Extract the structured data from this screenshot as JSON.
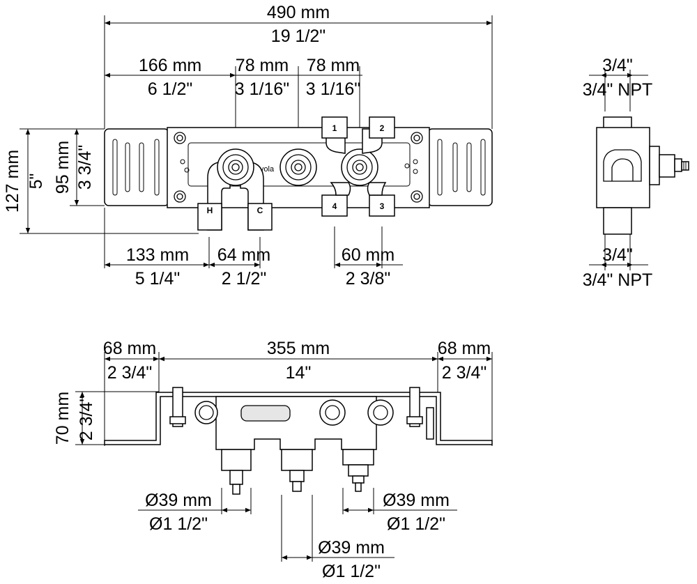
{
  "front_view": {
    "total_width_mm": "490 mm",
    "total_width_in": "19 1/2\"",
    "offset_a_mm": "166 mm",
    "offset_a_in": "6 1/2\"",
    "spacing_b_mm": "78 mm",
    "spacing_b_in": "3 1/16\"",
    "spacing_c_mm": "78 mm",
    "spacing_c_in": "3 1/16\"",
    "height_total_mm": "127 mm",
    "height_total_in": "5\"",
    "height_inner_mm": "95 mm",
    "height_inner_in": "3 3/4\"",
    "inlet_offset_mm": "133 mm",
    "inlet_offset_in": "5 1/4\"",
    "inlet_spacing_mm": "64 mm",
    "inlet_spacing_in": "2 1/2\"",
    "outlet_spacing_mm": "60 mm",
    "outlet_spacing_in": "2 3/8\"",
    "port_labels": {
      "hot": "H",
      "cold": "C",
      "p1": "1",
      "p2": "2",
      "p3": "3",
      "p4": "4"
    },
    "logo": "vola"
  },
  "side_view": {
    "top_size": "3/4\"",
    "top_thread": "3/4\" NPT",
    "bottom_size": "3/4\"",
    "bottom_thread": "3/4\" NPT"
  },
  "bottom_view": {
    "left_flange_mm": "68 mm",
    "left_flange_in": "2 3/4\"",
    "middle_mm": "355 mm",
    "middle_in": "14\"",
    "right_flange_mm": "68 mm",
    "right_flange_in": "2 3/4\"",
    "depth_mm": "70 mm",
    "depth_in": "2 3/4\"",
    "dia_left_mm": "Ø39 mm",
    "dia_left_in": "Ø1 1/2\"",
    "dia_right_mm": "Ø39 mm",
    "dia_right_in": "Ø1 1/2\"",
    "dia_center_mm": "Ø39 mm",
    "dia_center_in": "Ø1 1/2\""
  }
}
